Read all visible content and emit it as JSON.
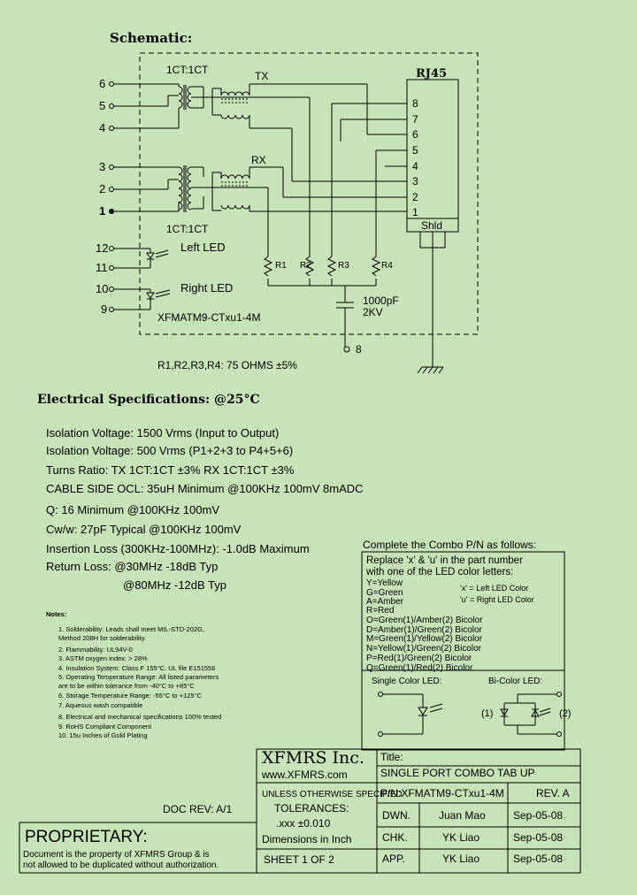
{
  "schematic": {
    "title": "Schematic:",
    "pins_left_top": [
      "6",
      "5",
      "4"
    ],
    "pins_left_mid": [
      "3",
      "2",
      "1"
    ],
    "pins_led": [
      "12",
      "11",
      "10",
      "9"
    ],
    "ct_top": "1CT:1CT",
    "ct_bottom": "1CT:1CT",
    "tx": "TX",
    "rx": "RX",
    "left_led": "Left LED",
    "right_led": "Right LED",
    "part_label": "XFMATM9-CTxu1-4M",
    "rj45": "RJ45",
    "rj_pins": [
      "8",
      "7",
      "6",
      "5",
      "4",
      "3",
      "2",
      "1"
    ],
    "shld": "Shld",
    "resistors": [
      "R1",
      "R2",
      "R3",
      "R4"
    ],
    "cap_value": "1000pF",
    "cap_voltage": "2KV",
    "pin8": "8",
    "res_note": "R1,R2,R3,R4: 75 OHMS ±5%"
  },
  "electrical": {
    "title": "Electrical   Specifications:  @25°C",
    "lines": [
      "Isolation Voltage:   1500 Vrms (Input to Output)",
      "Isolation Voltage:   500 Vrms (P1+2+3 to P4+5+6)",
      "Turns Ratio: TX 1CT:1CT ±3% RX 1CT:1CT ±3%",
      "CABLE SIDE OCL: 35uH Minimum @100KHz 100mV 8mADC",
      "Q: 16 Minimum @100KHz 100mV",
      "Cw/w: 27pF Typical @100KHz 100mV",
      "Insertion Loss (300KHz-100MHz): -1.0dB Maximum",
      "Return Loss: @30MHz   -18dB Typ",
      "@80MHz   -12dB Typ"
    ]
  },
  "notes": {
    "title": "Notes:",
    "items": [
      "1. Solderability: Leads shall meet MIL-STD-202G,",
      "    Method 208H for solderability.",
      "2. Flammability: UL94V-0",
      "3. ASTM oxygen index: > 28%",
      "4. Insulation System: Class F 155°C. UL file E151556",
      "5. Operating Temperature Range: All listed parameters",
      "    are to be within tolerance from -40°C to +85°C",
      "6. Storage Temperature Range: -55°C to +125°C",
      "7. Aqueous wash compatible",
      "8. Electrical and mechanical specifications 100% tested",
      "9. RoHS Compliant Component",
      "10. 15u Inches of Gold Plating"
    ]
  },
  "combo": {
    "heading": "Complete the Combo P/N as follows:",
    "intro1": "Replace 'x' & 'u' in the part number",
    "intro2": "with one of the LED color letters:",
    "colors": [
      "Y=Yellow",
      "G=Green",
      "A=Amber",
      "R=Red",
      "O=Green(1)/Amber(2)  Bicolor",
      "D=Amber(1)/Green(2)  Bicolor",
      "M=Green(1)/Yellow(2)  Bicolor",
      "N=Yellow(1)/Green(2)  Bicolor",
      "P=Red(1)/Green(2)  Bicolor",
      "Q=Green(1)/Red(2)  Bicolor"
    ],
    "x_note": "'x' = Left LED Color",
    "u_note": "'u' = Right LED Color",
    "single_label": "Single Color LED:",
    "bi_label": "Bi-Color LED:",
    "bi_1": "(1)",
    "bi_2": "(2)"
  },
  "titleblock": {
    "company": "XFMRS Inc.",
    "website": "www.XFMRS.com",
    "title_label": "Title:",
    "title": "SINGLE PORT COMBO TAB UP",
    "unless": "UNLESS OTHERWISE SPECIFIED",
    "tolerances": "TOLERANCES:",
    "tol_value": ".xxx ±0.010",
    "dimensions": "Dimensions in Inch",
    "sheet": "SHEET  1  OF  2",
    "pn": "P/N:XFMATM9-CTxu1-4M",
    "rev": "REV. A",
    "dwn_label": "DWN.",
    "dwn_name": "Juan Mao",
    "dwn_date": "Sep-05-08",
    "chk_label": "CHK.",
    "chk_name": "YK Liao",
    "chk_date": "Sep-05-08",
    "app_label": "APP.",
    "app_name": "YK Liao",
    "app_date": "Sep-05-08",
    "doc_rev": "DOC REV: A/1",
    "proprietary": "PROPRIETARY:",
    "prop1": "Document is the property of XFMRS Group & is",
    "prop2": "not allowed to be duplicated without authorization."
  }
}
